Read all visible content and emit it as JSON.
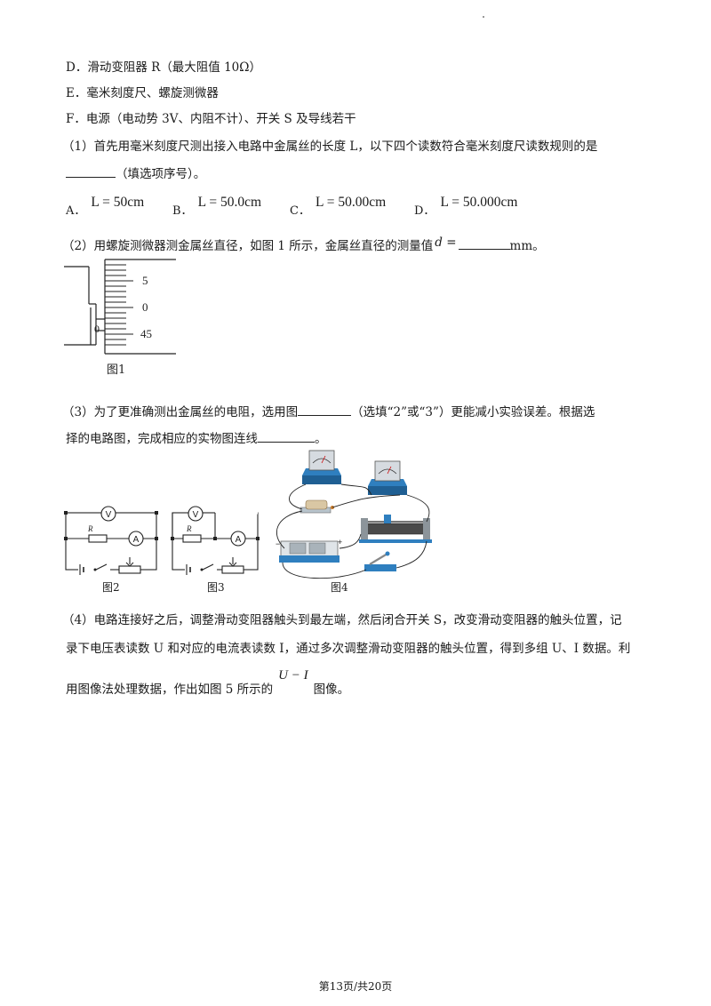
{
  "items": {
    "d": "D．滑动变阻器 R（最大阻值 10Ω）",
    "e": "E．毫米刻度尺、螺旋测微器",
    "f": "F．电源（电动势 3V、内阻不计）、开关 S 及导线若干"
  },
  "q1": {
    "line1": "（1）首先用毫米刻度尺测出接入电路中金属丝的长度 L，以下四个读数符合毫米刻度尺读数规则的是",
    "line2": "（填选项序号）。",
    "options": [
      {
        "letter": "A．",
        "math": "L = 50cm"
      },
      {
        "letter": "B．",
        "math": "L = 50.0cm"
      },
      {
        "letter": "C．",
        "math": "L = 50.00cm"
      },
      {
        "letter": "D．",
        "math": "L = 50.000cm"
      }
    ]
  },
  "q2": {
    "text_before": "（2）用螺旋测微器测金属丝直径，如图 1 所示，金属丝直径的测量值",
    "symbol": "d =",
    "text_after": "mm。"
  },
  "fig1": {
    "caption": "图1",
    "scale_labels": [
      "5",
      "0",
      "45"
    ],
    "main_zero": "0"
  },
  "q3": {
    "line1_a": "（3）为了更准确测出金属丝的电阻，选用图",
    "line1_b": "（选填“2”或“3”）更能减小实验误差。根据选",
    "line2": "择的电路图，完成相应的实物图连线"
  },
  "fig2": {
    "caption": "图2",
    "voltmeter": "V",
    "ammeter": "A",
    "resistor": "R"
  },
  "fig3": {
    "caption": "图3",
    "voltmeter": "V",
    "ammeter": "A",
    "resistor": "R"
  },
  "fig4": {
    "caption": "图4"
  },
  "q4": {
    "line1": "（4）电路连接好之后，调整滑动变阻器触头到最左端，然后闭合开关 S，改变滑动变阻器的触头位置，记",
    "line2": "录下电压表读数 U 和对应的电流表读数 I，通过多次调整滑动变阻器的触头位置，得到多组 U、I 数据。利",
    "line3_a": "用图像法处理数据，作出如图 5 所示的",
    "formula": "U − I",
    "line3_b": "图像。"
  },
  "footer": "第13页/共20页",
  "colors": {
    "text": "#1a1a1a",
    "device_blue": "#2f7fbf",
    "device_gray": "#c9ced3"
  }
}
